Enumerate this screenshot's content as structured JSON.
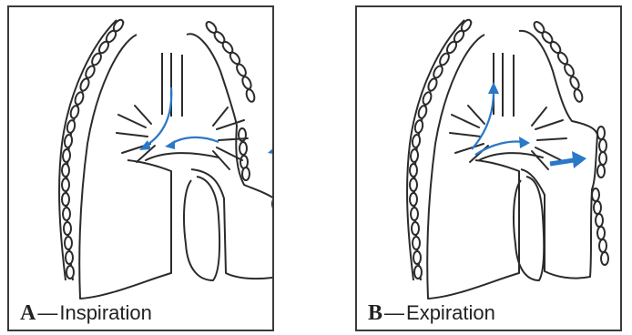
{
  "colors": {
    "outline": "#2b2b2b",
    "arrow": "#2a78c6",
    "border": "#3a3a3a"
  },
  "panels": [
    {
      "letter": "A",
      "dash": "—",
      "label": "Inspiration",
      "arrow_direction": "inward"
    },
    {
      "letter": "B",
      "dash": "—",
      "label": "Expiration",
      "arrow_direction": "outward"
    }
  ]
}
